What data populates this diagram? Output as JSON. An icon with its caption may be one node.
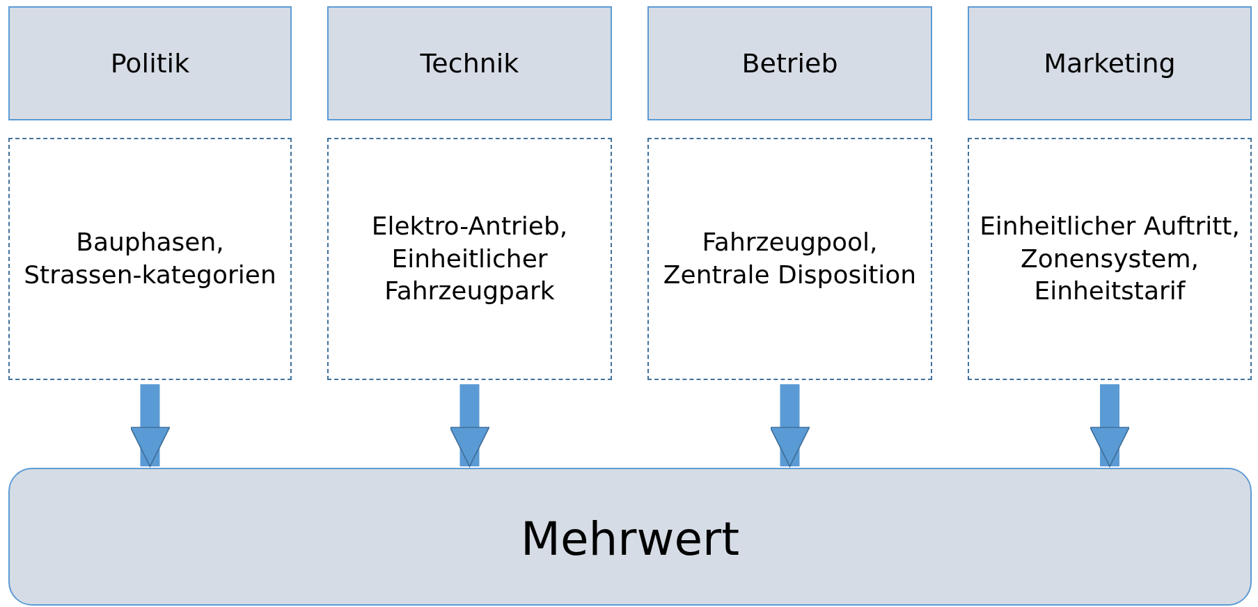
{
  "diagram": {
    "nodes": [
      {
        "text": [
          "Politik"
        ]
      },
      {
        "text": [
          "Technik"
        ]
      },
      {
        "text": [
          "Betrieb"
        ]
      },
      {
        "text": [
          "Marketing"
        ]
      },
      {
        "text": [
          "Bauphasen, Strassen-kategorien"
        ]
      },
      {
        "text": [
          "Elektro-Antrieb, Einheitlicher Fahrzeugpark"
        ]
      },
      {
        "text": [
          "Fahrzeugpool, Zentrale Disposition"
        ]
      },
      {
        "text": [
          "Einheitlicher Auftritt, Zonensystem, Einheitstarif"
        ]
      },
      {
        "text": [
          "Mehrwert"
        ]
      }
    ],
    "edges": [
      {
        "from": 4,
        "to": 8,
        "arrow": "to"
      },
      {
        "from": 5,
        "to": 8,
        "arrow": "to"
      },
      {
        "from": 6,
        "to": 8,
        "arrow": "to"
      },
      {
        "from": 7,
        "to": 8,
        "arrow": "to"
      }
    ]
  }
}
